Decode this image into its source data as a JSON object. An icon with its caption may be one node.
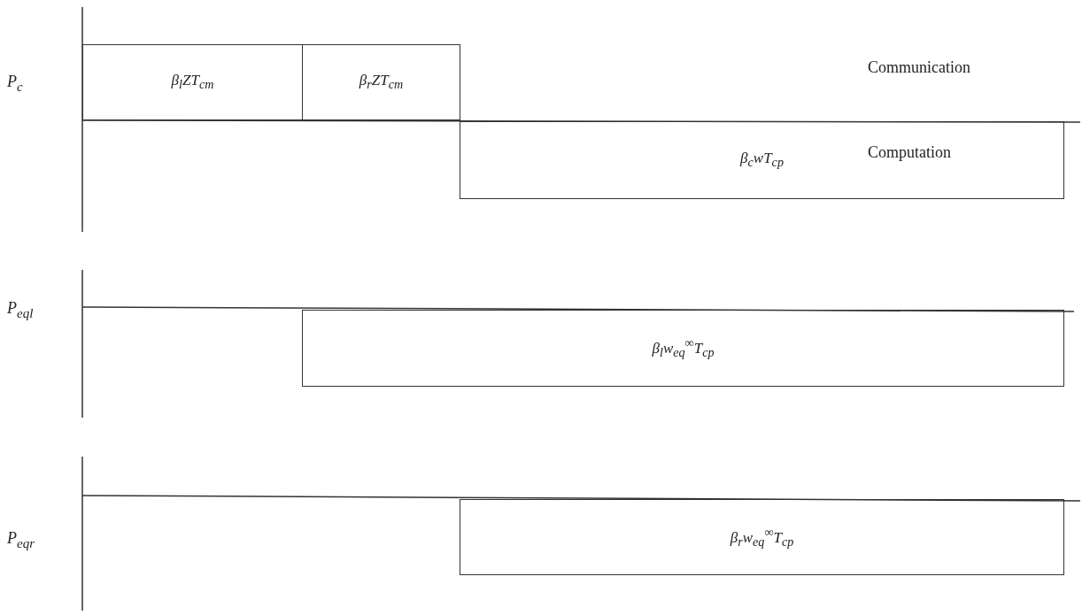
{
  "diagram": {
    "nodes": [
      {
        "text": [
          "β$_{l}$ZT$_{cm}$"
        ]
      },
      {
        "text": [
          "β$_{r}$ZT$_{cm}$"
        ]
      },
      {
        "text": [
          "β$_{c}$wT$_{cp}$"
        ]
      },
      {
        "text": [
          "β$_{l}$w$_{eq}$$^{∞}$T$_{cp}$"
        ]
      },
      {
        "text": [
          "β$_{r}$w$_{eq}$$^{∞}$T$_{cp}$"
        ]
      }
    ],
    "labels": [
      "Communication",
      "P$_{c}$",
      "Computation",
      "P$_{eql}$",
      "P$_{eqr}$"
    ]
  }
}
